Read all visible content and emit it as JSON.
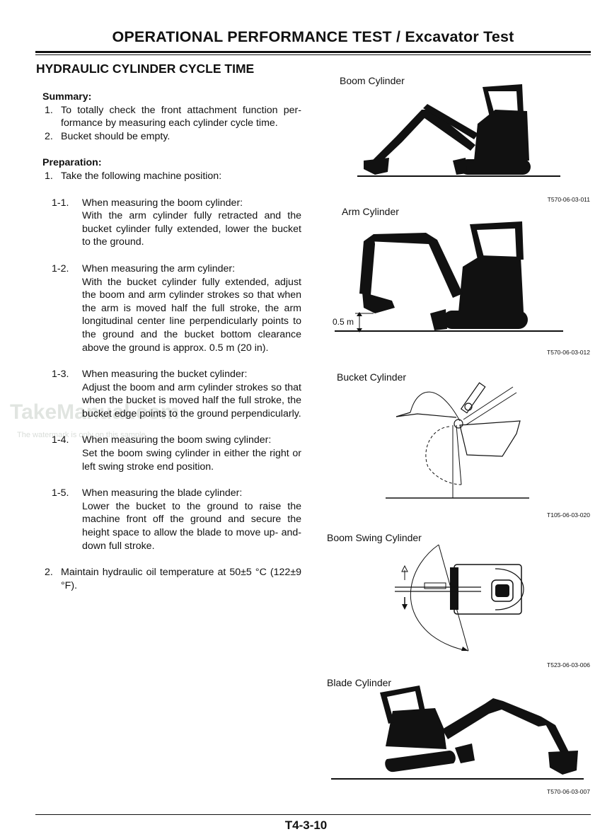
{
  "header": {
    "title": "OPERATIONAL PERFORMANCE TEST / Excavator Test"
  },
  "section": {
    "title": "HYDRAULIC CYLINDER CYCLE TIME"
  },
  "summary": {
    "label": "Summary:",
    "items": [
      {
        "num": "1.",
        "text": "To totally check the front attachment function per- formance by measuring each cylinder cycle time."
      },
      {
        "num": "2.",
        "text": "Bucket should be empty."
      }
    ]
  },
  "preparation": {
    "label": "Preparation:",
    "item1": {
      "num": "1.",
      "text": "Take the following machine position:"
    },
    "subs": [
      {
        "num": "1-1.",
        "head": "When measuring the boom cylinder:",
        "text": "With the arm cylinder fully retracted and the bucket cylinder fully extended, lower the bucket to the ground."
      },
      {
        "num": "1-2.",
        "head": "When measuring the arm cylinder:",
        "text": "With the bucket cylinder fully extended, adjust the boom and arm cylinder strokes so that when the arm is moved half the full stroke, the arm longitudinal center line perpendicularly points to the ground and the bucket bottom clearance above the ground is approx. 0.5 m (20 in)."
      },
      {
        "num": "1-3.",
        "head": "When measuring the bucket cylinder:",
        "text": "Adjust the boom and arm cylinder strokes so that when the bucket is moved half the full stroke, the bucket edge points to the ground perpendicularly."
      },
      {
        "num": "1-4.",
        "head": "When measuring the boom swing cylinder:",
        "text": "Set the boom swing cylinder in either the right or left swing stroke end position."
      },
      {
        "num": "1-5.",
        "head": "When measuring the blade cylinder:",
        "text": "Lower the bucket to the ground to raise the machine front off the ground and secure the height space to allow the blade to move up- and-down full stroke."
      }
    ],
    "item2": {
      "num": "2.",
      "text": "Maintain hydraulic oil temperature at 50±5 °C (122±9 °F)."
    }
  },
  "figures": [
    {
      "label": "Boom Cylinder",
      "code": "T570-06-03-011"
    },
    {
      "label": "Arm Cylinder",
      "code": "T570-06-03-012",
      "dim": "0.5 m"
    },
    {
      "label": "Bucket Cylinder",
      "code": "T105-06-03-020"
    },
    {
      "label": "Boom Swing Cylinder",
      "code": "T523-06-03-006"
    },
    {
      "label": "Blade Cylinder",
      "code": "T570-06-03-007"
    }
  ],
  "watermark": {
    "main": "TakeManual.com",
    "sub": "The watermark is only on this sample"
  },
  "footer": {
    "page": "T4-3-10"
  }
}
